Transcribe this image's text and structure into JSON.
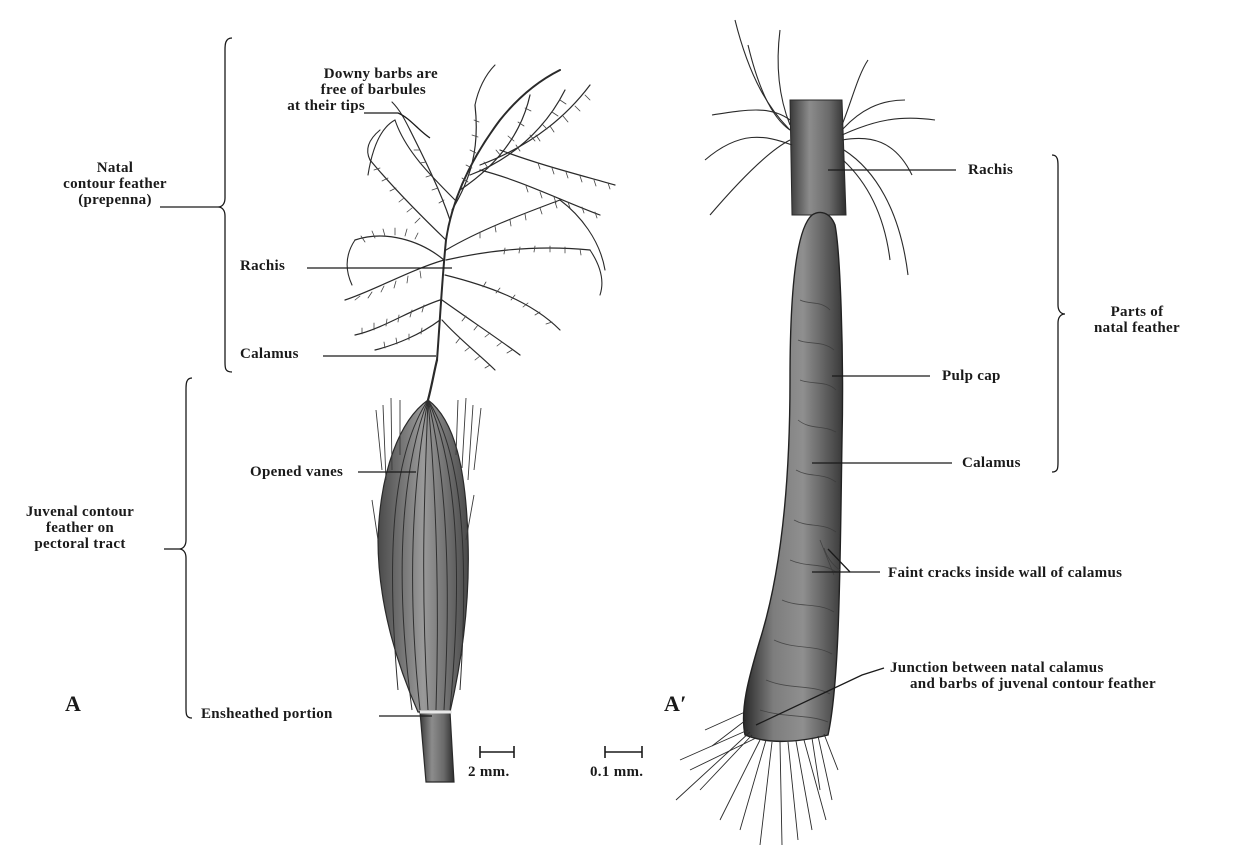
{
  "panels": {
    "a": "A",
    "a_prime": "A′"
  },
  "labels_a": {
    "natal_contour_feather": [
      "Natal",
      "contour feather",
      "(prepenna)"
    ],
    "downy_barbs": [
      "Downy barbs are",
      "free of barbules",
      "at their tips"
    ],
    "rachis": "Rachis",
    "calamus": "Calamus",
    "opened_vanes": "Opened vanes",
    "juvenal_contour_feather": [
      "Juvenal contour",
      "feather on",
      "pectoral tract"
    ],
    "ensheathed_portion": "Ensheathed portion"
  },
  "labels_a_prime": {
    "rachis": "Rachis",
    "parts_of_natal_feather": [
      "Parts of",
      "natal feather"
    ],
    "pulp_cap": "Pulp cap",
    "calamus": "Calamus",
    "faint_cracks": "Faint cracks inside wall of calamus",
    "junction": [
      "Junction between natal calamus",
      "and barbs of juvenal contour feather"
    ]
  },
  "scale_bars": {
    "a": "2 mm.",
    "a_prime": "0.1 mm."
  },
  "colors": {
    "ink": "#1a1a1a",
    "shading": "#6b6b6b",
    "background": "#ffffff"
  }
}
